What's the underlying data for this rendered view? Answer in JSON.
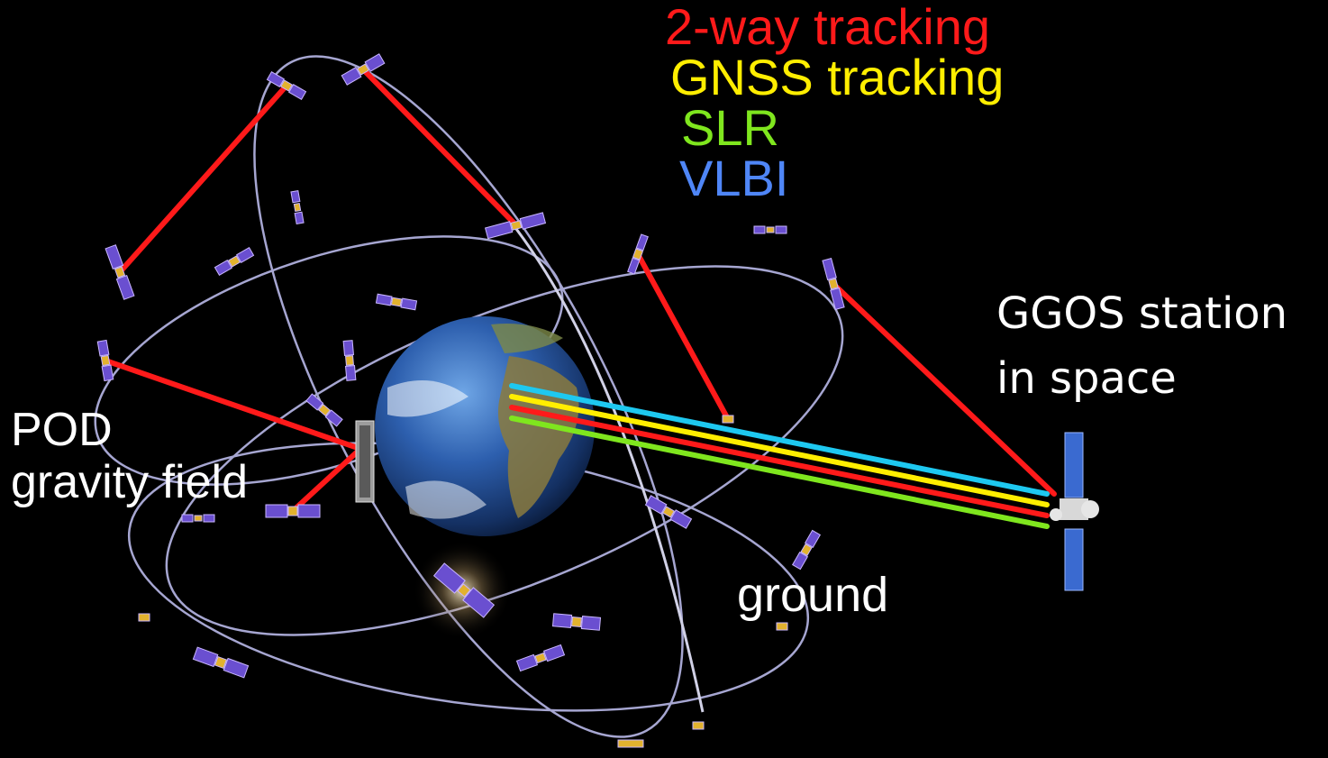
{
  "legend": {
    "two_way": {
      "label": "2-way tracking",
      "color": "#ff1a1a"
    },
    "gnss": {
      "label": "GNSS tracking",
      "color": "#ffee00"
    },
    "slr": {
      "label": "SLR",
      "color": "#7fe61e"
    },
    "vlbi": {
      "label": "VLBI",
      "color": "#4f86f7"
    }
  },
  "labels": {
    "pod_line1": "POD",
    "pod_line2": "gravity field",
    "ggos_line1": "GGOS station",
    "ggos_line2": "in space",
    "ground": "ground"
  },
  "colors": {
    "background": "#000000",
    "orbit": "#b8b8e8",
    "vlbi_link": "#1ec8f0",
    "panel": "#6a4fd0",
    "ggos_panel": "#3a6ad0"
  }
}
